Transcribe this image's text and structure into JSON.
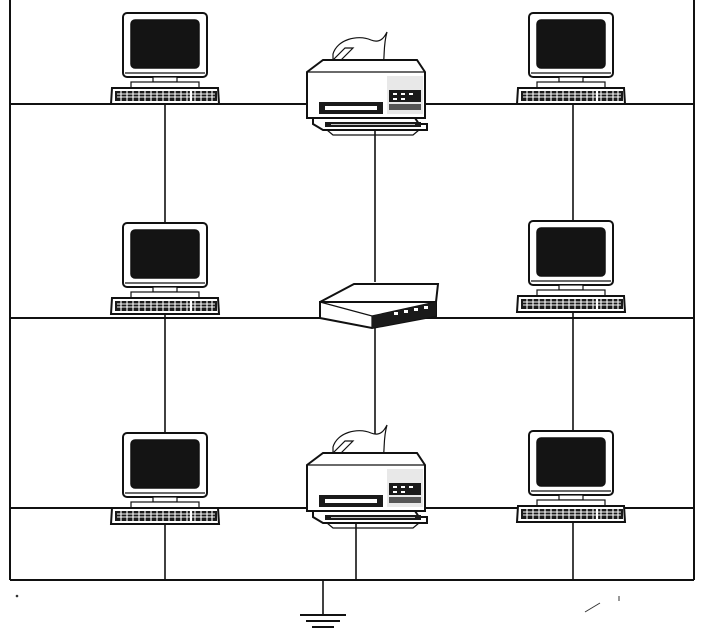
{
  "diagram": {
    "colors": {
      "line": "#111111",
      "background": "#ffffff",
      "screen": "#141414"
    },
    "nodes": [
      {
        "id": "pc-top-left",
        "type": "computer",
        "icon": "computer-icon"
      },
      {
        "id": "printer-top",
        "type": "printer",
        "icon": "printer-icon"
      },
      {
        "id": "pc-top-right",
        "type": "computer",
        "icon": "computer-icon"
      },
      {
        "id": "pc-mid-left",
        "type": "computer",
        "icon": "computer-icon"
      },
      {
        "id": "hub-center",
        "type": "hub",
        "icon": "network-hub-icon"
      },
      {
        "id": "pc-mid-right",
        "type": "computer",
        "icon": "computer-icon"
      },
      {
        "id": "pc-bottom-left",
        "type": "computer",
        "icon": "computer-icon"
      },
      {
        "id": "printer-bottom",
        "type": "printer",
        "icon": "printer-icon"
      },
      {
        "id": "pc-bottom-right",
        "type": "computer",
        "icon": "computer-icon"
      }
    ],
    "ground": {
      "icon": "ground-symbol-icon"
    }
  }
}
